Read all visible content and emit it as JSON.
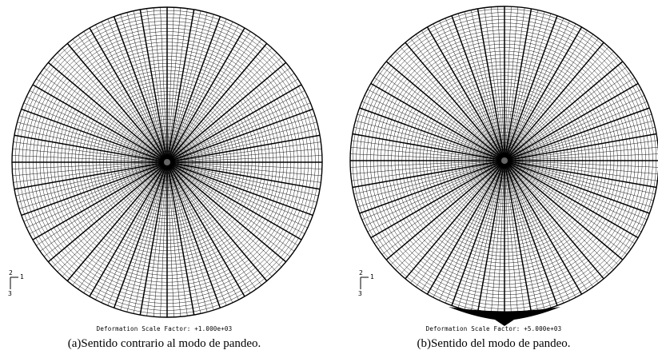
{
  "panels": [
    {
      "id": "a",
      "axis_labels": {
        "x": "1",
        "y": "2",
        "z": "3"
      },
      "scale_text": "Deformation Scale Factor: +1.000e+03",
      "caption": "(a)Sentido contrario al modo de pandeo."
    },
    {
      "id": "b",
      "axis_labels": {
        "x": "1",
        "y": "2",
        "z": "3"
      },
      "scale_text": "Deformation Scale Factor: +5.000e+03",
      "caption": "(b)Sentido del modo de pandeo."
    }
  ],
  "colors": {
    "mesh": "#000000",
    "background": "#ffffff"
  }
}
